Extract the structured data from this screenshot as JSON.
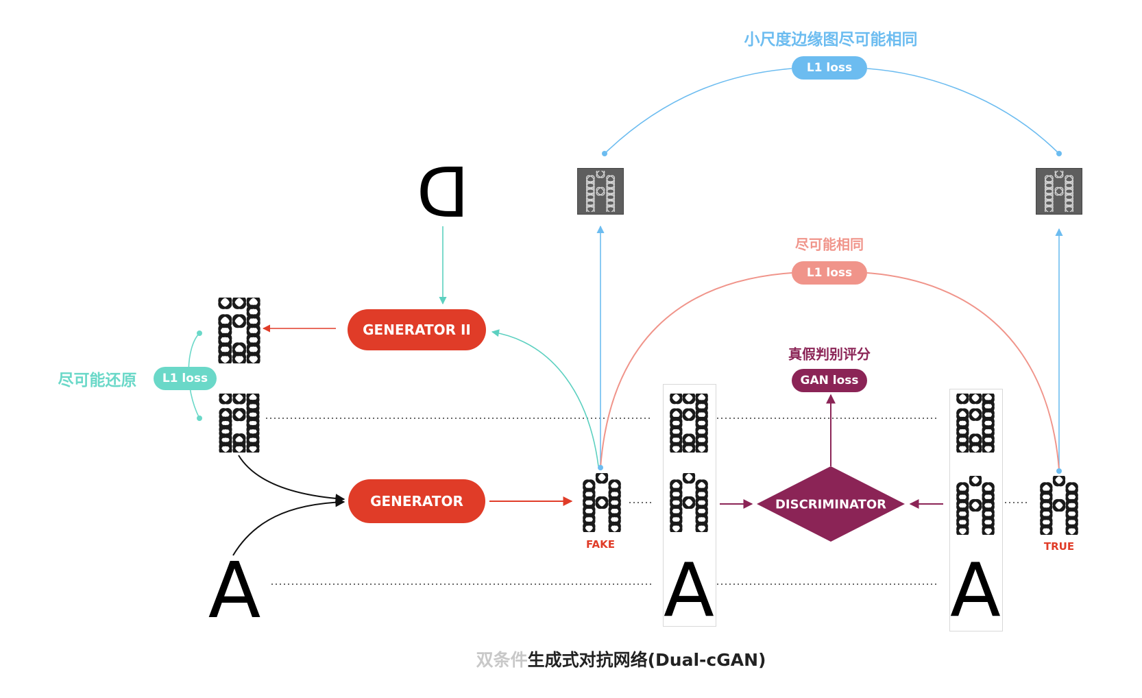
{
  "title": {
    "part1": "双条件",
    "part2": "生成式对抗网络(Dual-cGAN)"
  },
  "nodes": {
    "generator": "GENERATOR",
    "generator2": "GENERATOR II",
    "discriminator": "DISCRIMINATOR"
  },
  "losses": {
    "edge": {
      "pill": "L1 loss",
      "caption": "小尺度边缘图尽可能相同"
    },
    "pixel": {
      "pill": "L1 loss",
      "caption": "尽可能相同"
    },
    "gan": {
      "pill": "GAN loss",
      "caption": "真假判别评分"
    },
    "restore": {
      "pill": "L1 loss",
      "caption": "尽可能还原"
    }
  },
  "tags": {
    "fake": "FAKE",
    "true": "TRUE"
  },
  "glyphs": {
    "input_letter": "A",
    "mirrored_letter": "D",
    "style_letter": "a"
  },
  "colors": {
    "generator": "#e03c28",
    "discriminator": "#8b2456",
    "edge_loss": "#6cbcf0",
    "pixel_loss": "#f0948a",
    "restore_loss": "#6ad8c8",
    "title_light": "#c8c8c8",
    "title_dark": "#222222"
  }
}
